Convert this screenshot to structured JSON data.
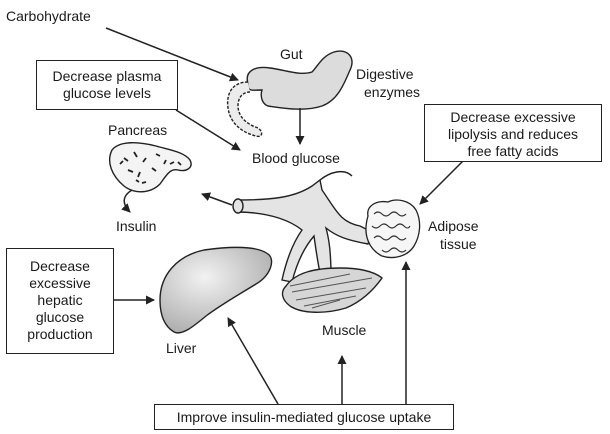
{
  "labels": {
    "carbohydrate": "Carbohydrate",
    "gut": "Gut",
    "digestive_1": "Digestive",
    "digestive_2": "enzymes",
    "blood_glucose": "Blood glucose",
    "pancreas": "Pancreas",
    "insulin": "Insulin",
    "adipose_1": "Adipose",
    "adipose_2": "tissue",
    "liver": "Liver",
    "muscle": "Muscle"
  },
  "boxes": {
    "plasma": [
      "Decrease plasma",
      "glucose levels"
    ],
    "lipolysis": [
      "Decrease excessive",
      "lipolysis and reduces",
      "free fatty acids"
    ],
    "hepatic": [
      "Decrease",
      "excessive",
      "hepatic",
      "glucose",
      "production"
    ],
    "uptake": [
      "Improve insulin-mediated glucose uptake"
    ]
  },
  "colors": {
    "line": "#222222",
    "organ_fill": "#d9d9d9",
    "vessel_fill": "#e4e4e4"
  }
}
